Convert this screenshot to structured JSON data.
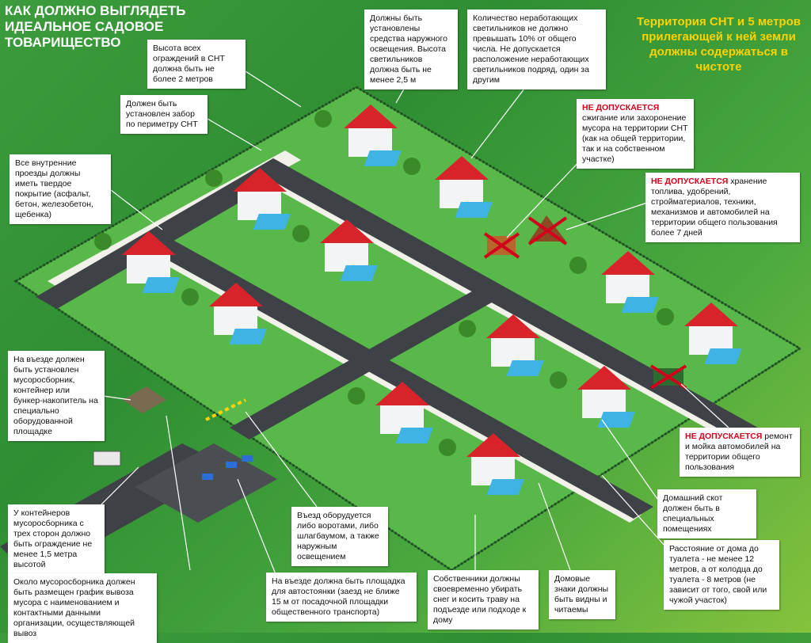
{
  "header": {
    "title": "КАК ДОЛЖНО ВЫГЛЯДЕТЬ ИДЕАЛЬНОЕ САДОВОЕ ТОВАРИЩЕСТВО",
    "right_title": "Территория СНТ и 5 метров прилегающей к ней земли должны содержаться в чистоте"
  },
  "notes": {
    "fence_height": "Высота всех ограждений в СНТ должна быть не более 2 метров",
    "perimeter_fence": "Должен быть установлен забор по периметру СНТ",
    "driveways": "Все внутренние проезды должны иметь твердое покрытие (асфальт, бетон, железобетон, щебенка)",
    "street_lighting": "Должны быть установлены средства наружного освещения. Высота светильников должна быть не менее 2,5 м",
    "broken_lights": "Количество неработающих светильников не должно превышать 10% от общего числа. Не допускается расположение неработающих светильников подряд, один за другим",
    "burning": {
      "warn": "НЕ ДОПУСКАЕТСЯ",
      "text": " сжигание или захоронение мусора на территории СНТ (как на общей территории, так и на собственном участке)"
    },
    "storage": {
      "warn": "НЕ ДОПУСКАЕТСЯ",
      "text": " хранение топлива, удобрений, стройматериалов, техники, механизмов и автомобилей на территории общего пользования более 7 дней"
    },
    "car_repair": {
      "warn": "НЕ ДОПУСКАЕТСЯ",
      "text": " ремонт и мойка автомобилей на территории общего пользования"
    },
    "garbage_collector": "На въезде должен быть установлен мусоросборник, контейнер или бункер-накопитель на специально оборудованной площадке",
    "container_fence": "У контейнеров мусоросборника с трех сторон должно быть ограждение не менее 1,5 метра высотой",
    "schedule": "Около мусоросборника должен быть размещен график вывоза мусора с наименованием и контактными данными организации, осуществляющей вывоз",
    "gate": "Въезд оборудуется либо воротами, либо шлагбаумом, а также наружным освещением",
    "parking": "На въезде должна быть площадка для автостоянки (заезд не ближе 15 м от посадочной площадки общественного транспорта)",
    "snow": "Собственники должны своевременно убирать снег и косить траву на подъезде или подходе к дому",
    "house_signs": "Домовые знаки должны быть видны и читаемы",
    "livestock": "Домашний скот должен быть в специальных помещениях",
    "toilet_distance": "Расстояние от дома до туалета - не менее 12 метров, а от колодца до туалета - 8 метров (не зависит от того, свой или чужой участок)"
  },
  "colors": {
    "grass": "#3c9b3c",
    "road": "#404448",
    "roof": "#d8232a",
    "house": "#f2f4f6",
    "pool": "#3fb3e3",
    "warn": "#d3001b",
    "accent": "#ffd200"
  }
}
